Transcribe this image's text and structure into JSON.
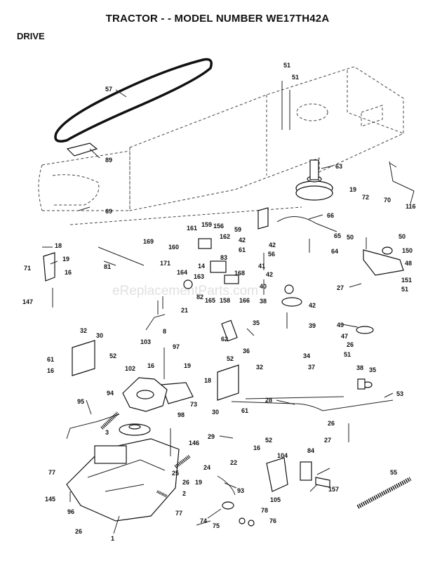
{
  "title": "TRACTOR - - MODEL NUMBER WE17TH42A",
  "section": "DRIVE",
  "watermark": "eReplacementParts.com",
  "callouts": [
    {
      "id": "c-51a",
      "text": "51"
    },
    {
      "id": "c-51b",
      "text": "51"
    },
    {
      "id": "c-57",
      "text": "57"
    },
    {
      "id": "c-89",
      "text": "89"
    },
    {
      "id": "c-63",
      "text": "63"
    },
    {
      "id": "c-19a",
      "text": "19"
    },
    {
      "id": "c-72",
      "text": "72"
    },
    {
      "id": "c-70",
      "text": "70"
    },
    {
      "id": "c-116",
      "text": "116"
    },
    {
      "id": "c-69",
      "text": "69"
    },
    {
      "id": "c-66",
      "text": "66"
    },
    {
      "id": "c-59",
      "text": "59"
    },
    {
      "id": "c-65",
      "text": "65"
    },
    {
      "id": "c-161",
      "text": "161"
    },
    {
      "id": "c-159",
      "text": "159"
    },
    {
      "id": "c-156",
      "text": "156"
    },
    {
      "id": "c-162",
      "text": "162"
    },
    {
      "id": "c-42a",
      "text": "42"
    },
    {
      "id": "c-42b",
      "text": "42"
    },
    {
      "id": "c-56",
      "text": "56"
    },
    {
      "id": "c-61a",
      "text": "61"
    },
    {
      "id": "c-64",
      "text": "64"
    },
    {
      "id": "c-50a",
      "text": "50"
    },
    {
      "id": "c-50b",
      "text": "50"
    },
    {
      "id": "c-150",
      "text": "150"
    },
    {
      "id": "c-18a",
      "text": "18"
    },
    {
      "id": "c-169",
      "text": "169"
    },
    {
      "id": "c-160",
      "text": "160"
    },
    {
      "id": "c-14",
      "text": "14"
    },
    {
      "id": "c-83",
      "text": "83"
    },
    {
      "id": "c-19b",
      "text": "19"
    },
    {
      "id": "c-71",
      "text": "71"
    },
    {
      "id": "c-16a",
      "text": "16"
    },
    {
      "id": "c-171",
      "text": "171"
    },
    {
      "id": "c-81",
      "text": "81"
    },
    {
      "id": "c-164",
      "text": "164"
    },
    {
      "id": "c-41",
      "text": "41"
    },
    {
      "id": "c-168",
      "text": "168"
    },
    {
      "id": "c-48",
      "text": "48"
    },
    {
      "id": "c-163",
      "text": "163"
    },
    {
      "id": "c-42c",
      "text": "42"
    },
    {
      "id": "c-27a",
      "text": "27"
    },
    {
      "id": "c-151",
      "text": "151"
    },
    {
      "id": "c-51c",
      "text": "51"
    },
    {
      "id": "c-82",
      "text": "82"
    },
    {
      "id": "c-165",
      "text": "165"
    },
    {
      "id": "c-158",
      "text": "158"
    },
    {
      "id": "c-166",
      "text": "166"
    },
    {
      "id": "c-40",
      "text": "40"
    },
    {
      "id": "c-147",
      "text": "147"
    },
    {
      "id": "c-21",
      "text": "21"
    },
    {
      "id": "c-38a",
      "text": "38"
    },
    {
      "id": "c-42d",
      "text": "42"
    },
    {
      "id": "c-8",
      "text": "8"
    },
    {
      "id": "c-39",
      "text": "39"
    },
    {
      "id": "c-49",
      "text": "49"
    },
    {
      "id": "c-35a",
      "text": "35"
    },
    {
      "id": "c-32a",
      "text": "32"
    },
    {
      "id": "c-30a",
      "text": "30"
    },
    {
      "id": "c-62",
      "text": "62"
    },
    {
      "id": "c-47",
      "text": "47"
    },
    {
      "id": "c-26a",
      "text": "26"
    },
    {
      "id": "c-103",
      "text": "103"
    },
    {
      "id": "c-97",
      "text": "97"
    },
    {
      "id": "c-36",
      "text": "36"
    },
    {
      "id": "c-51d",
      "text": "51"
    },
    {
      "id": "c-61b",
      "text": "61"
    },
    {
      "id": "c-52a",
      "text": "52"
    },
    {
      "id": "c-34",
      "text": "34"
    },
    {
      "id": "c-16b",
      "text": "16"
    },
    {
      "id": "c-102",
      "text": "102"
    },
    {
      "id": "c-16c",
      "text": "16"
    },
    {
      "id": "c-19c",
      "text": "19"
    },
    {
      "id": "c-52b",
      "text": "52"
    },
    {
      "id": "c-32b",
      "text": "32"
    },
    {
      "id": "c-37",
      "text": "37"
    },
    {
      "id": "c-38b",
      "text": "38"
    },
    {
      "id": "c-35b",
      "text": "35"
    },
    {
      "id": "c-18b",
      "text": "18"
    },
    {
      "id": "c-94",
      "text": "94"
    },
    {
      "id": "c-73",
      "text": "73"
    },
    {
      "id": "c-30b",
      "text": "30"
    },
    {
      "id": "c-61c",
      "text": "61"
    },
    {
      "id": "c-28",
      "text": "28"
    },
    {
      "id": "c-53",
      "text": "53"
    },
    {
      "id": "c-95",
      "text": "95"
    },
    {
      "id": "c-98",
      "text": "98"
    },
    {
      "id": "c-3",
      "text": "3"
    },
    {
      "id": "c-26b",
      "text": "26"
    },
    {
      "id": "c-29",
      "text": "29"
    },
    {
      "id": "c-27b",
      "text": "27"
    },
    {
      "id": "c-146",
      "text": "146"
    },
    {
      "id": "c-16d",
      "text": "16"
    },
    {
      "id": "c-52c",
      "text": "52"
    },
    {
      "id": "c-84",
      "text": "84"
    },
    {
      "id": "c-104",
      "text": "104"
    },
    {
      "id": "c-22",
      "text": "22"
    },
    {
      "id": "c-77a",
      "text": "77"
    },
    {
      "id": "c-24",
      "text": "24"
    },
    {
      "id": "c-55",
      "text": "55"
    },
    {
      "id": "c-25",
      "text": "25"
    },
    {
      "id": "c-26c",
      "text": "26"
    },
    {
      "id": "c-19d",
      "text": "19"
    },
    {
      "id": "c-93",
      "text": "93"
    },
    {
      "id": "c-157",
      "text": "157"
    },
    {
      "id": "c-105",
      "text": "105"
    },
    {
      "id": "c-145",
      "text": "145"
    },
    {
      "id": "c-2",
      "text": "2"
    },
    {
      "id": "c-96",
      "text": "96"
    },
    {
      "id": "c-77b",
      "text": "77"
    },
    {
      "id": "c-78",
      "text": "78"
    },
    {
      "id": "c-74",
      "text": "74"
    },
    {
      "id": "c-75",
      "text": "75"
    },
    {
      "id": "c-76",
      "text": "76"
    },
    {
      "id": "c-26d",
      "text": "26"
    },
    {
      "id": "c-1",
      "text": "1"
    }
  ]
}
